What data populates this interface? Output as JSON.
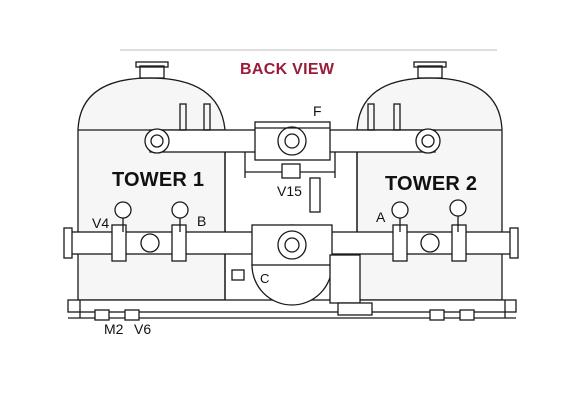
{
  "header": {
    "title": "BACK VIEW"
  },
  "towers": {
    "left": "TOWER 1",
    "right": "TOWER 2"
  },
  "labels": {
    "F": "F",
    "V15": "V15",
    "V4": "V4",
    "B": "B",
    "A": "A",
    "C": "C",
    "M2": "M2",
    "V6": "V6"
  },
  "colors": {
    "title": "#9a1c3a",
    "line": "#1a1a1a",
    "shade": "#d8d8d8"
  }
}
